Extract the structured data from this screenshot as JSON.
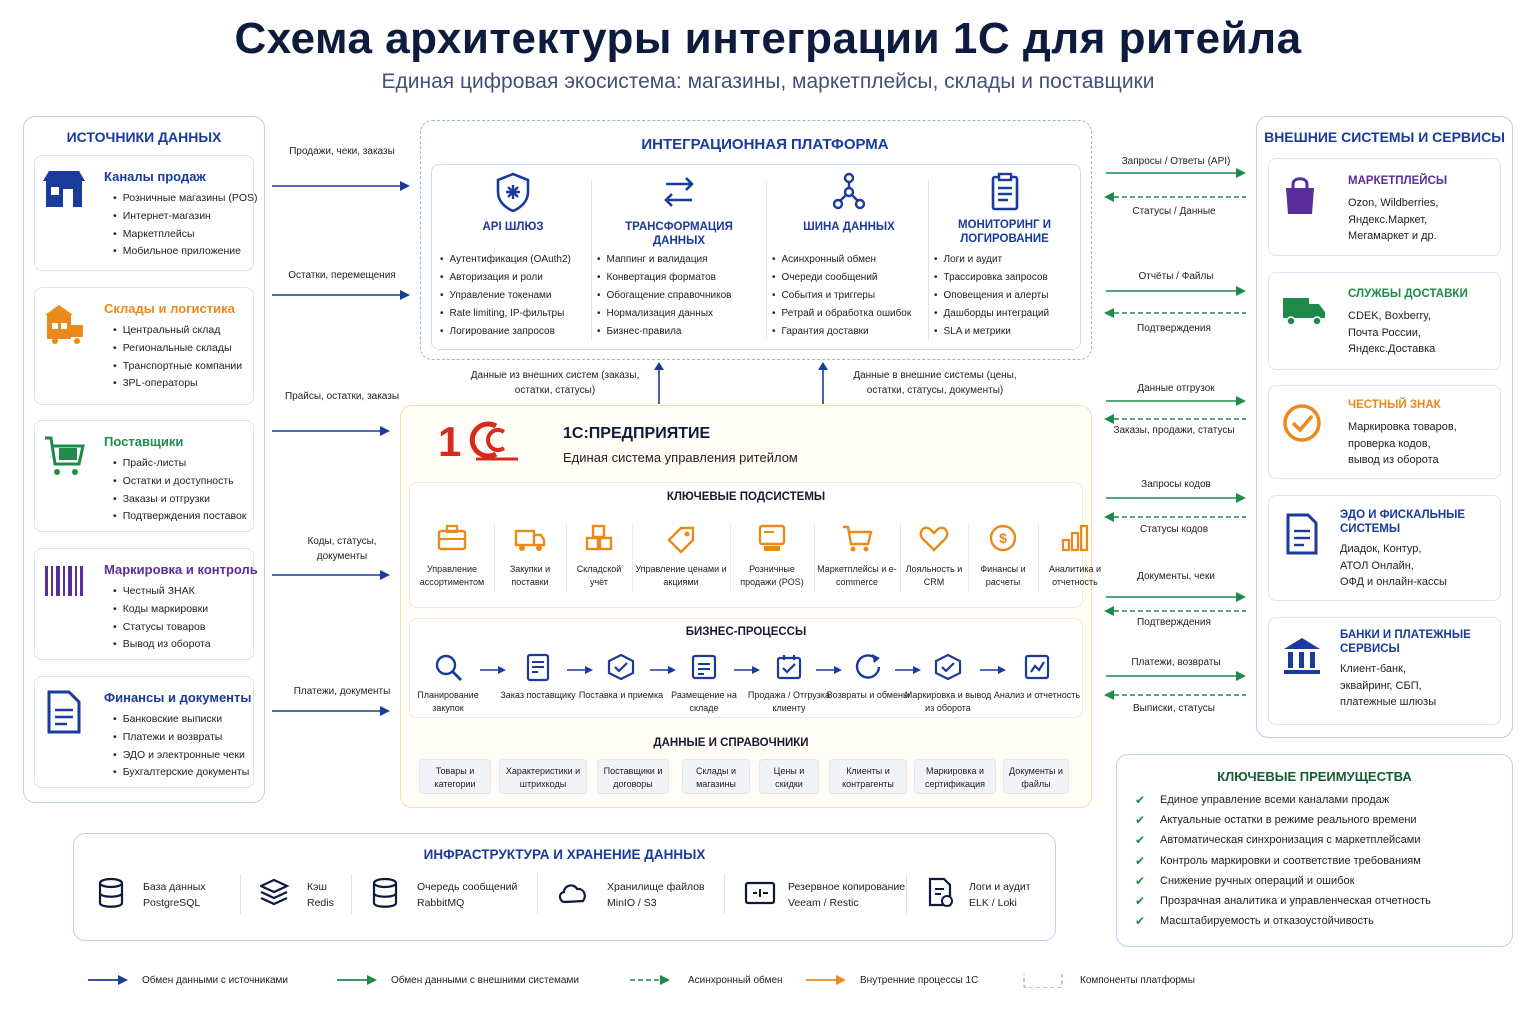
{
  "title": "Схема архитектуры интеграции 1С для ритейла",
  "subtitle": "Единая цифровая экосистема: магазины, маркетплейсы, склады и поставщики",
  "left": {
    "title": "ИСТОЧНИКИ ДАННЫХ",
    "cards": [
      {
        "title": "Каналы продаж",
        "color": "#1a3a9c",
        "items": [
          "Розничные магазины (POS)",
          "Интернет-магазин",
          "Маркетплейсы",
          "Мобильное приложение"
        ]
      },
      {
        "title": "Склады и логистика",
        "color": "#e98a1a",
        "items": [
          "Центральный склад",
          "Региональные склады",
          "Транспортные компании",
          "3PL-операторы"
        ]
      },
      {
        "title": "Поставщики",
        "color": "#1f8a4a",
        "items": [
          "Прайс-листы",
          "Остатки и доступность",
          "Заказы и отгрузки",
          "Подтверждения поставок"
        ]
      },
      {
        "title": "Маркировка и контроль",
        "color": "#5b2c9c",
        "items": [
          "Честный ЗНАК",
          "Коды маркировки",
          "Статусы товаров",
          "Вывод из оборота"
        ]
      },
      {
        "title": "Финансы и документы",
        "color": "#1a3a9c",
        "items": [
          "Банковские выписки",
          "Платежи и возвраты",
          "ЭДО и электронные чеки",
          "Бухгалтерские документы"
        ]
      }
    ]
  },
  "left_flows": [
    "Продажи, чеки, заказы",
    "Остатки, перемещения",
    "Прайсы, остатки, заказы",
    "Коды, статусы, документы",
    "Платежи, документы"
  ],
  "platform": {
    "title": "ИНТЕГРАЦИОННАЯ ПЛАТФОРМА",
    "cols": [
      {
        "title": "API ШЛЮЗ",
        "items": [
          "Аутентификация (OAuth2)",
          "Авторизация и роли",
          "Управление токенами",
          "Rate limiting, IP-фильтры",
          "Логирование запросов"
        ]
      },
      {
        "title": "ТРАНСФОРМАЦИЯ ДАННЫХ",
        "items": [
          "Маппинг и валидация",
          "Конвертация форматов",
          "Обогащение справочников",
          "Нормализация данных",
          "Бизнес-правила"
        ]
      },
      {
        "title": "ШИНА ДАННЫХ",
        "items": [
          "Асинхронный обмен",
          "Очереди сообщений",
          "События и триггеры",
          "Ретрай и обработка ошибок",
          "Гарантия доставки"
        ]
      },
      {
        "title": "МОНИТОРИНГ И ЛОГИРОВАНИЕ",
        "items": [
          "Логи и аудит",
          "Трассировка запросов",
          "Оповещения и алерты",
          "Дашборды интеграций",
          "SLA и метрики"
        ]
      }
    ]
  },
  "mid_flows": [
    "Данные из внешних систем (заказы, остатки, статусы)",
    "Данные в внешние системы (цены, остатки, статусы, документы)"
  ],
  "core": {
    "logo": "1С",
    "title": "1С:ПРЕДПРИЯТИЕ",
    "subtitle": "Единая система управления ритейлом",
    "subsystems_title": "КЛЮЧЕВЫЕ ПОДСИСТЕМЫ",
    "subsystems": [
      "Управление ассортиментом",
      "Закупки и поставки",
      "Складской учет",
      "Управление ценами и акциями",
      "Розничные продажи (POS)",
      "Маркетплейсы и e-commerce",
      "Лояльность и CRM",
      "Финансы и расчеты",
      "Аналитика и отчетность"
    ],
    "processes_title": "БИЗНЕС-ПРОЦЕССЫ",
    "processes": [
      "Планирование закупок",
      "Заказ поставщику",
      "Поставка и приемка",
      "Размещение на складе",
      "Продажа / Отгрузка клиенту",
      "Возвраты и обмены",
      "Маркировка и вывод из оборота",
      "Анализ и отчетность"
    ],
    "data_title": "ДАННЫЕ И СПРАВОЧНИКИ",
    "data": [
      "Товары и категории",
      "Характеристики и штрихкоды",
      "Поставщики и договоры",
      "Склады и магазины",
      "Цены и скидки",
      "Клиенты и контрагенты",
      "Маркировка и сертификация",
      "Документы и файлы"
    ]
  },
  "right": {
    "title": "ВНЕШНИЕ СИСТЕМЫ И СЕРВИСЫ",
    "cards": [
      {
        "title": "МАРКЕТПЛЕЙСЫ",
        "color": "#5b2c9c",
        "text": [
          "Ozon, Wildberries,",
          "Яндекс.Маркет,",
          "Мегамаркет и др."
        ]
      },
      {
        "title": "СЛУЖБЫ ДОСТАВКИ",
        "color": "#1f8a4a",
        "text": [
          "CDEK, Boxberry,",
          "Почта России,",
          "Яндекс.Доставка"
        ]
      },
      {
        "title": "ЧЕСТНЫЙ ЗНАК",
        "color": "#e98a1a",
        "text": [
          "Маркировка товаров,",
          "проверка кодов,",
          "вывод из оборота"
        ]
      },
      {
        "title": "ЭДО И ФИСКАЛЬНЫЕ СИСТЕМЫ",
        "color": "#1a3a9c",
        "text": [
          "Диадок, Контур,",
          "АТОЛ Онлайн,",
          "ОФД и онлайн-кассы"
        ]
      },
      {
        "title": "БАНКИ И ПЛАТЕЖНЫЕ СЕРВИСЫ",
        "color": "#1a3a9c",
        "text": [
          "Клиент-банк,",
          "эквайринг, СБП,",
          "платежные шлюзы"
        ]
      }
    ]
  },
  "right_flows": [
    {
      "out": "Запросы / Ответы (API)",
      "in": "Статусы / Данные"
    },
    {
      "out": "Отчёты / Файлы",
      "in": "Подтверждения"
    },
    {
      "out": "Данные отгрузок",
      "in": "Заказы, продажи, статусы"
    },
    {
      "out": "Запросы кодов",
      "in": "Статусы кодов"
    },
    {
      "out": "Документы, чеки",
      "in": "Подтверждения"
    },
    {
      "out": "Платежи, возвраты",
      "in": "Выписки, статусы"
    }
  ],
  "advantages": {
    "title": "КЛЮЧЕВЫЕ ПРЕИМУЩЕСТВА",
    "items": [
      "Единое управление всеми каналами продаж",
      "Актуальные остатки в режиме реального времени",
      "Автоматическая синхронизация с маркетплейсами",
      "Контроль маркировки и соответствие требованиям",
      "Снижение ручных операций и ошибок",
      "Прозрачная аналитика и управленческая отчетность",
      "Масштабируемость и отказоустойчивость"
    ]
  },
  "infra": {
    "title": "ИНФРАСТРУКТУРА И ХРАНЕНИЕ ДАННЫХ",
    "items": [
      {
        "name": "База данных",
        "tech": "PostgreSQL"
      },
      {
        "name": "Кэш",
        "tech": "Redis"
      },
      {
        "name": "Очередь сообщений",
        "tech": "RabbitMQ"
      },
      {
        "name": "Хранилище файлов",
        "tech": "MinIO / S3"
      },
      {
        "name": "Резервное копирование",
        "tech": "Veeam / Restic"
      },
      {
        "name": "Логи и аудит",
        "tech": "ELK / Loki"
      }
    ]
  },
  "legend": [
    "Обмен данными с источниками",
    "Обмен данными с внешними системами",
    "Асинхронный обмен",
    "Внутренние процессы 1С",
    "Компоненты платформы"
  ]
}
